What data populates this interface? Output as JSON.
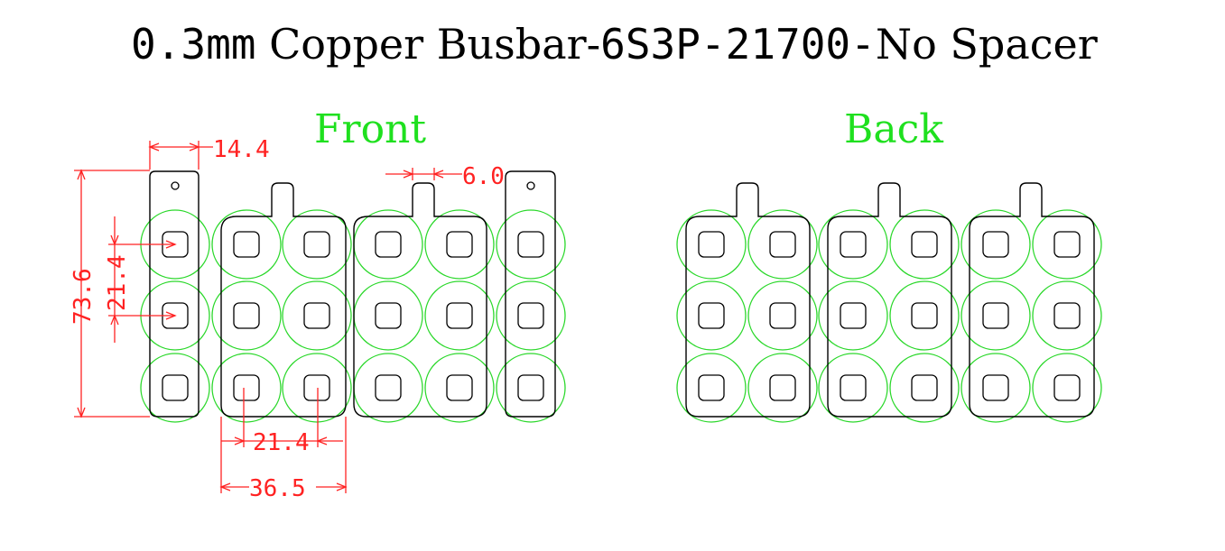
{
  "title": {
    "prefix": "0.3mm",
    "part1": " Copper Busbar-",
    "part2": "6S3P-21700-",
    "part3": "No Spacer"
  },
  "panels": {
    "front_label": "Front",
    "back_label": "Back"
  },
  "dimensions": {
    "tab_width": "14.4",
    "tab_gap": "6.0",
    "total_height": "73.6",
    "cell_pitch_vertical": "21.4",
    "cell_pitch_horizontal": "21.4",
    "pair_width": "36.5"
  },
  "colors": {
    "cell_outline": "#2bd82b",
    "label_green": "#1fe01f",
    "dimension_red": "#ff2222",
    "busbar_black": "#000000"
  },
  "layout_summary": {
    "series": 6,
    "parallel": 3,
    "cell_type": "21700"
  }
}
